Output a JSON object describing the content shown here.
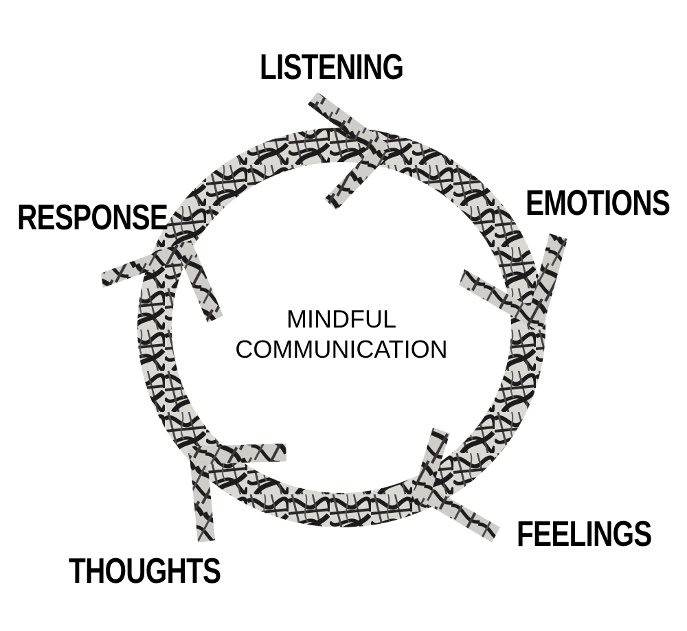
{
  "diagram": {
    "type": "cycle",
    "center_title": {
      "line1": "MINDFUL",
      "line2": "COMMUNICATION"
    },
    "stages": [
      {
        "label": "LISTENING"
      },
      {
        "label": "EMOTIONS"
      },
      {
        "label": "FEELINGS"
      },
      {
        "label": "THOUGHTS"
      },
      {
        "label": "RESPONSE"
      }
    ],
    "flow_direction": "clockwise",
    "arrow_count": 5,
    "colors": {
      "background": "#ffffff",
      "ring_dark": "#1e1b1c",
      "ring_light": "#d9d8d2",
      "ring_mid": "#4a4446",
      "text": "#000000"
    }
  }
}
